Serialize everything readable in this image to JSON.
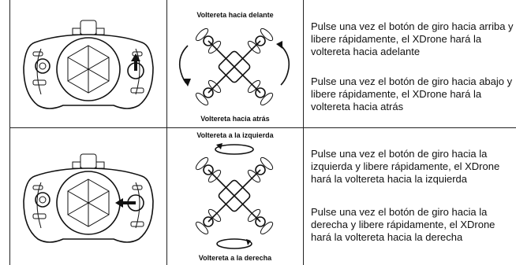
{
  "rows": [
    {
      "caption_top": "Voltereta hacia delante",
      "caption_bottom": "Voltereta hacia atrás",
      "text_1": "Pulse una vez el botón de giro hacia arriba y libere rápidamente, el XDrone hará la voltereta hacia adelante",
      "text_2": "Pulse una vez el botón de giro hacia abajo y libere rápidamente, el XDrone hará la voltereta hacia atrás"
    },
    {
      "caption_top": "Voltereta a la izquierda",
      "caption_bottom": "Voltereta a la derecha",
      "text_1": "Pulse una vez el botón de giro hacia la izquierda y libere rápidamente, el XDrone hará la voltereta hacia la izquierda",
      "text_2": "Pulse una vez el botón de giro hacia la derecha y libere rápidamente, el XDrone hará la voltereta hacia la derecha"
    }
  ]
}
